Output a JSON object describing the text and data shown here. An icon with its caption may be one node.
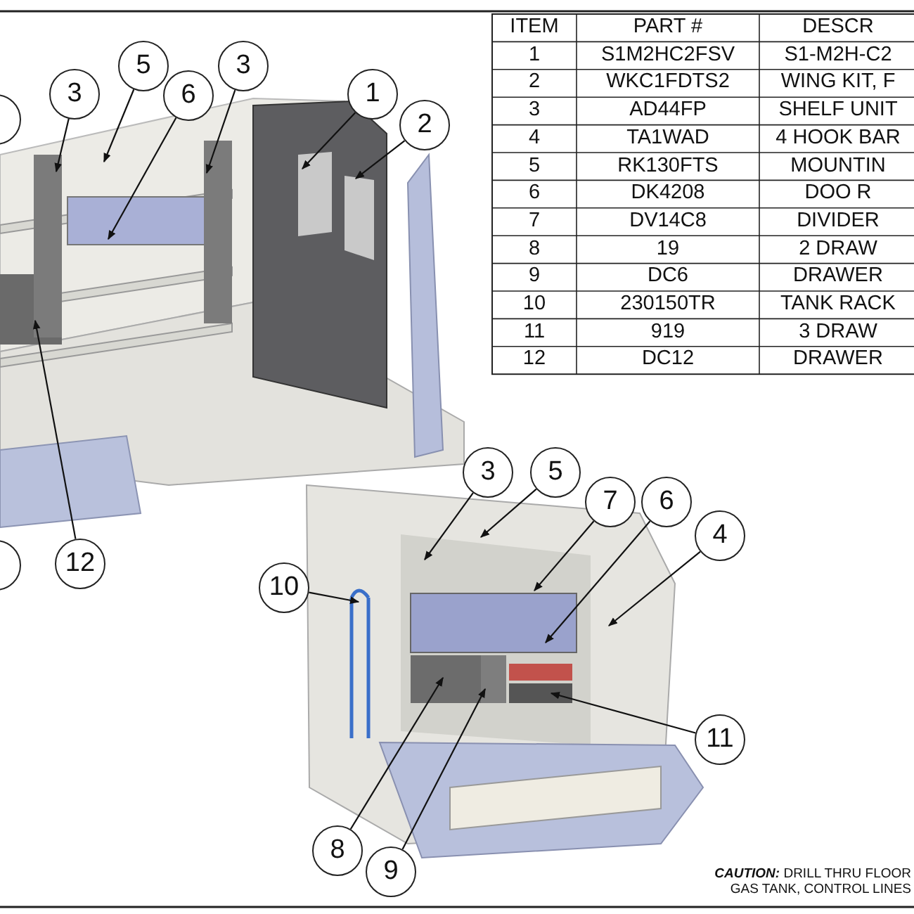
{
  "diagram": {
    "nodes": [
      {
        "text": [],
        "shape": "circle"
      },
      {
        "text": [
          "3"
        ]
      },
      {
        "text": [
          "5"
        ]
      },
      {
        "text": [
          "6"
        ]
      },
      {
        "text": [
          "3"
        ]
      },
      {
        "text": [
          "1"
        ]
      },
      {
        "text": [
          "2"
        ]
      },
      {
        "text": [
          "12"
        ]
      },
      {
        "text": [],
        "shape": "circle"
      },
      {
        "text": [
          "3"
        ]
      },
      {
        "text": [
          "5"
        ]
      },
      {
        "text": [
          "7"
        ]
      },
      {
        "text": [
          "6"
        ]
      },
      {
        "text": [
          "4"
        ]
      },
      {
        "text": [
          "10"
        ]
      },
      {
        "text": [
          "11"
        ]
      },
      {
        "text": [
          "8"
        ]
      },
      {
        "text": [
          "9"
        ]
      }
    ],
    "edges": [
      {
        "from": 1,
        "to": null,
        "arrow": "to"
      },
      {
        "from": 2,
        "to": null,
        "arrow": "to"
      },
      {
        "from": 3,
        "to": null,
        "arrow": "to"
      },
      {
        "from": 4,
        "to": null,
        "arrow": "to"
      },
      {
        "from": 5,
        "to": null,
        "arrow": "to"
      },
      {
        "from": 6,
        "to": null,
        "arrow": "to"
      },
      {
        "from": 7,
        "to": null,
        "arrow": "to"
      },
      {
        "from": 9,
        "to": null,
        "arrow": "to"
      },
      {
        "from": 10,
        "to": null,
        "arrow": "to"
      },
      {
        "from": 11,
        "to": null,
        "arrow": "to"
      },
      {
        "from": 12,
        "to": null,
        "arrow": "to"
      },
      {
        "from": 13,
        "to": null,
        "arrow": "to"
      },
      {
        "from": 14,
        "to": null,
        "arrow": "to"
      },
      {
        "from": 15,
        "to": null,
        "arrow": "to"
      },
      {
        "from": 16,
        "to": null,
        "arrow": "to"
      },
      {
        "from": 17,
        "to": null,
        "arrow": "to"
      }
    ],
    "labels": [
      "ITEM",
      "PART #",
      "DESCR",
      "1",
      "S1M2HC2FSV",
      "S1-M2H-C2",
      "2",
      "WKC1FDTS2",
      "WING KIT, F",
      "3",
      "AD44FP",
      "SHELF UNIT",
      "4",
      "TA1WAD",
      "4 HOOK BAR",
      "5",
      "RK130FTS",
      "MOUNTIN",
      "6",
      "DK4208",
      "DOO R",
      "7",
      "DV14C8",
      "DIVIDER",
      "8",
      "19",
      "2 DRAW",
      "9",
      "DC6",
      "DRAWER",
      "10",
      "230150TR",
      "TANK RACK",
      "11",
      "919",
      "3 DRAW",
      "12",
      "DC12",
      "DRAWER",
      "**CAUTION:** DRILL THRU FLOOR GAS TANK, CONTROL LINES"
    ]
  }
}
